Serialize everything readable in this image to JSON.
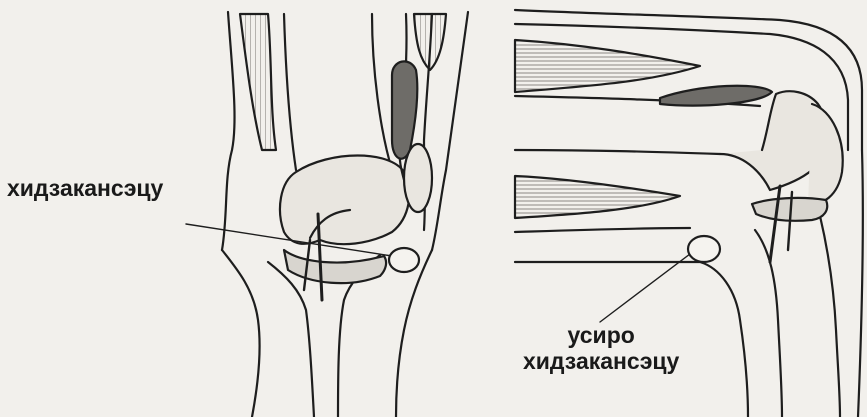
{
  "labels": {
    "left": "хидзакансэцу",
    "right_line1": "усиро",
    "right_line2": "хидзакансэцу"
  },
  "colors": {
    "background": "#f2f0ec",
    "ink": "#1e1e1e",
    "bone": "#e9e6e0",
    "muscle_shade": "#b9b6b0",
    "dark_fill": "#6e6c68"
  }
}
